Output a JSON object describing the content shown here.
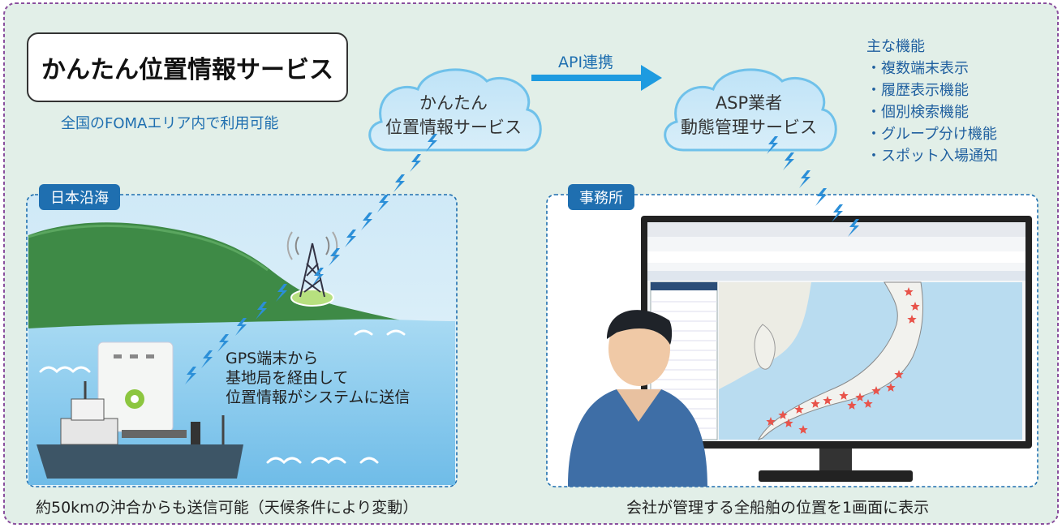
{
  "title": "かんたん位置情報サービス",
  "coverage_note": "全国のFOMAエリア内で利用可能",
  "cloud_left": {
    "line1": "かんたん",
    "line2": "位置情報サービス"
  },
  "api_label": "API連携",
  "cloud_right": {
    "line1": "ASP業者",
    "line2": "動態管理サービス"
  },
  "features": {
    "heading": "主な機能",
    "items": [
      "・複数端末表示",
      "・履歴表示機能",
      "・個別検索機能",
      "・グループ分け機能",
      "・スポット入場通知"
    ]
  },
  "panel_left": {
    "tag": "日本沿海",
    "caption_lines": [
      "GPS端末から",
      "基地局を経由して",
      "位置情報がシステムに送信"
    ],
    "footer": "約50kmの沖合からも送信可能（天候条件により変動）"
  },
  "panel_right": {
    "tag": "事務所",
    "footer": "会社が管理する全船舶の位置を1画面に表示"
  },
  "colors": {
    "background": "#e2efe8",
    "outer_border": "#8a4f9e",
    "accent_blue": "#1f6fb0",
    "arrow": "#1e9be0",
    "sea": "#8dc8ea",
    "land": "#3e8a46",
    "marker": "#e8534a"
  }
}
